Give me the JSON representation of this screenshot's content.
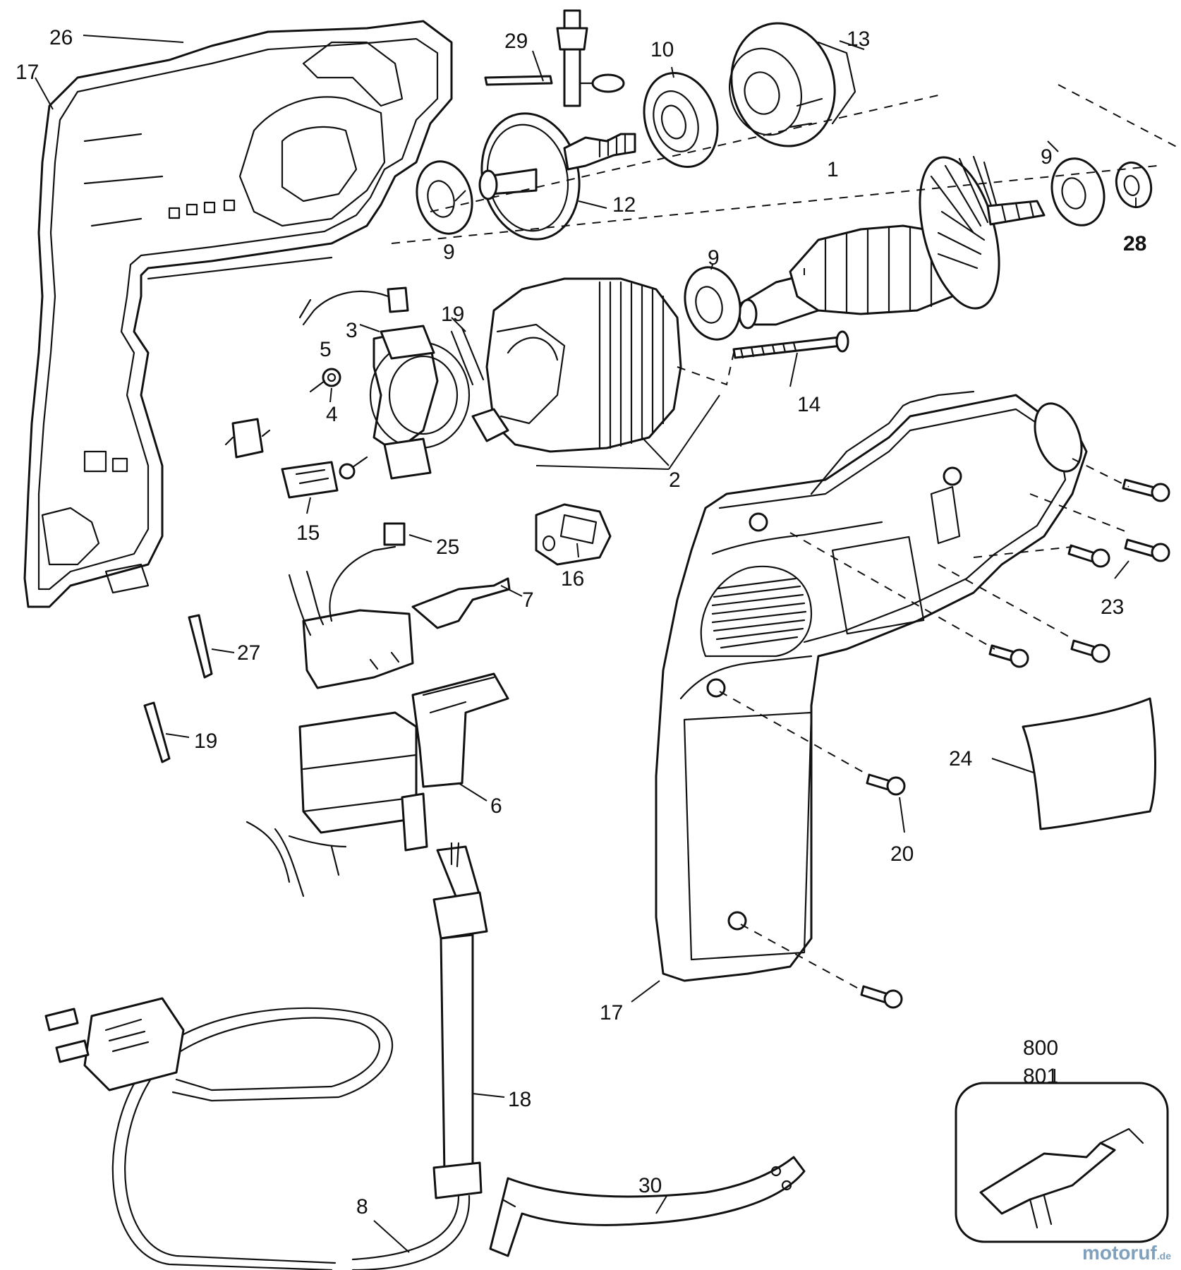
{
  "labels": {
    "l26": "26",
    "l17a": "17",
    "l29": "29",
    "l10": "10",
    "l13": "13",
    "l1": "1",
    "l9a": "9",
    "l9b": "9",
    "l9c": "9",
    "l28": "28",
    "l12": "12",
    "l3": "3",
    "l19a": "19",
    "l5": "5",
    "l4": "4",
    "l14": "14",
    "l2": "2",
    "l23": "23",
    "l15": "15",
    "l16": "16",
    "l25": "25",
    "l7": "7",
    "l27": "27",
    "l19b": "19",
    "l24": "24",
    "l6": "6",
    "l20": "20",
    "l17b": "17",
    "l18": "18",
    "l800": "800",
    "l801": "801",
    "l30": "30",
    "l8": "8"
  },
  "watermark": {
    "brand": "motoruf",
    "suffix": ".de"
  }
}
